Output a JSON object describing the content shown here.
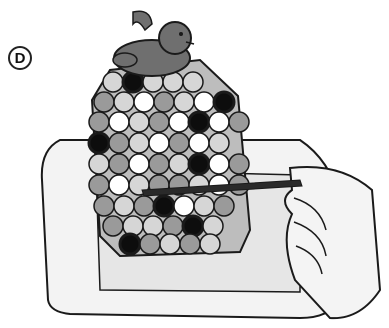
{
  "step": {
    "label": "D"
  },
  "palette": {
    "outline": "#1a1a1a",
    "rod_white": "#ffffff",
    "rod_light": "#d6d6d6",
    "rod_gray": "#9a9a9a",
    "rod_black": "#0d0d0d",
    "beaver": "#6f6f6f",
    "hand": "#f4f4f4"
  },
  "icons": [
    "beaver-figure",
    "hand-holding-stick",
    "rod-tower"
  ]
}
